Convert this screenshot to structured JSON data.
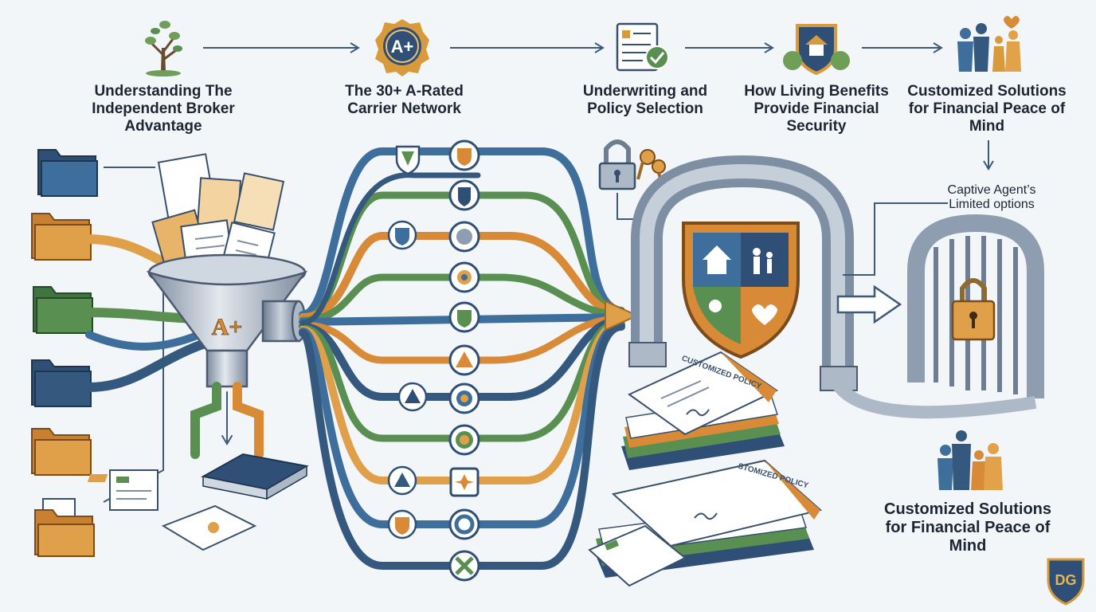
{
  "steps": [
    {
      "label": "Understanding The Independent Broker Advantage",
      "icon": "tree-icon"
    },
    {
      "label": "The 30+ A-Rated Carrier Network",
      "icon": "a-rating-badge-icon"
    },
    {
      "label": "Underwriting and Policy Selection",
      "icon": "policy-document-icon"
    },
    {
      "label": "How Living Benefits Provide Financial Security",
      "icon": "house-shield-icon"
    },
    {
      "label": "Customized Solutions for Financial Peace of Mind",
      "icon": "family-icon"
    }
  ],
  "funnel_badge": "A+",
  "step2_badge": "A+",
  "captive_note": "Captive Agent’s Limited options",
  "bottom_caption": "Customized Solutions for Financial Peace of Mind",
  "policy_stamp_text": "CUSTOMIZED POLICY",
  "policy_stamp_text_2": "STOMIZED POLICY",
  "logo_text": "DG",
  "colors": {
    "navy": "#33567e",
    "blue": "#3e6f9c",
    "green": "#5a8f52",
    "orange": "#d98a36",
    "gold": "#e7b453",
    "steel": "#8f9db0",
    "ink": "#1d2533"
  }
}
